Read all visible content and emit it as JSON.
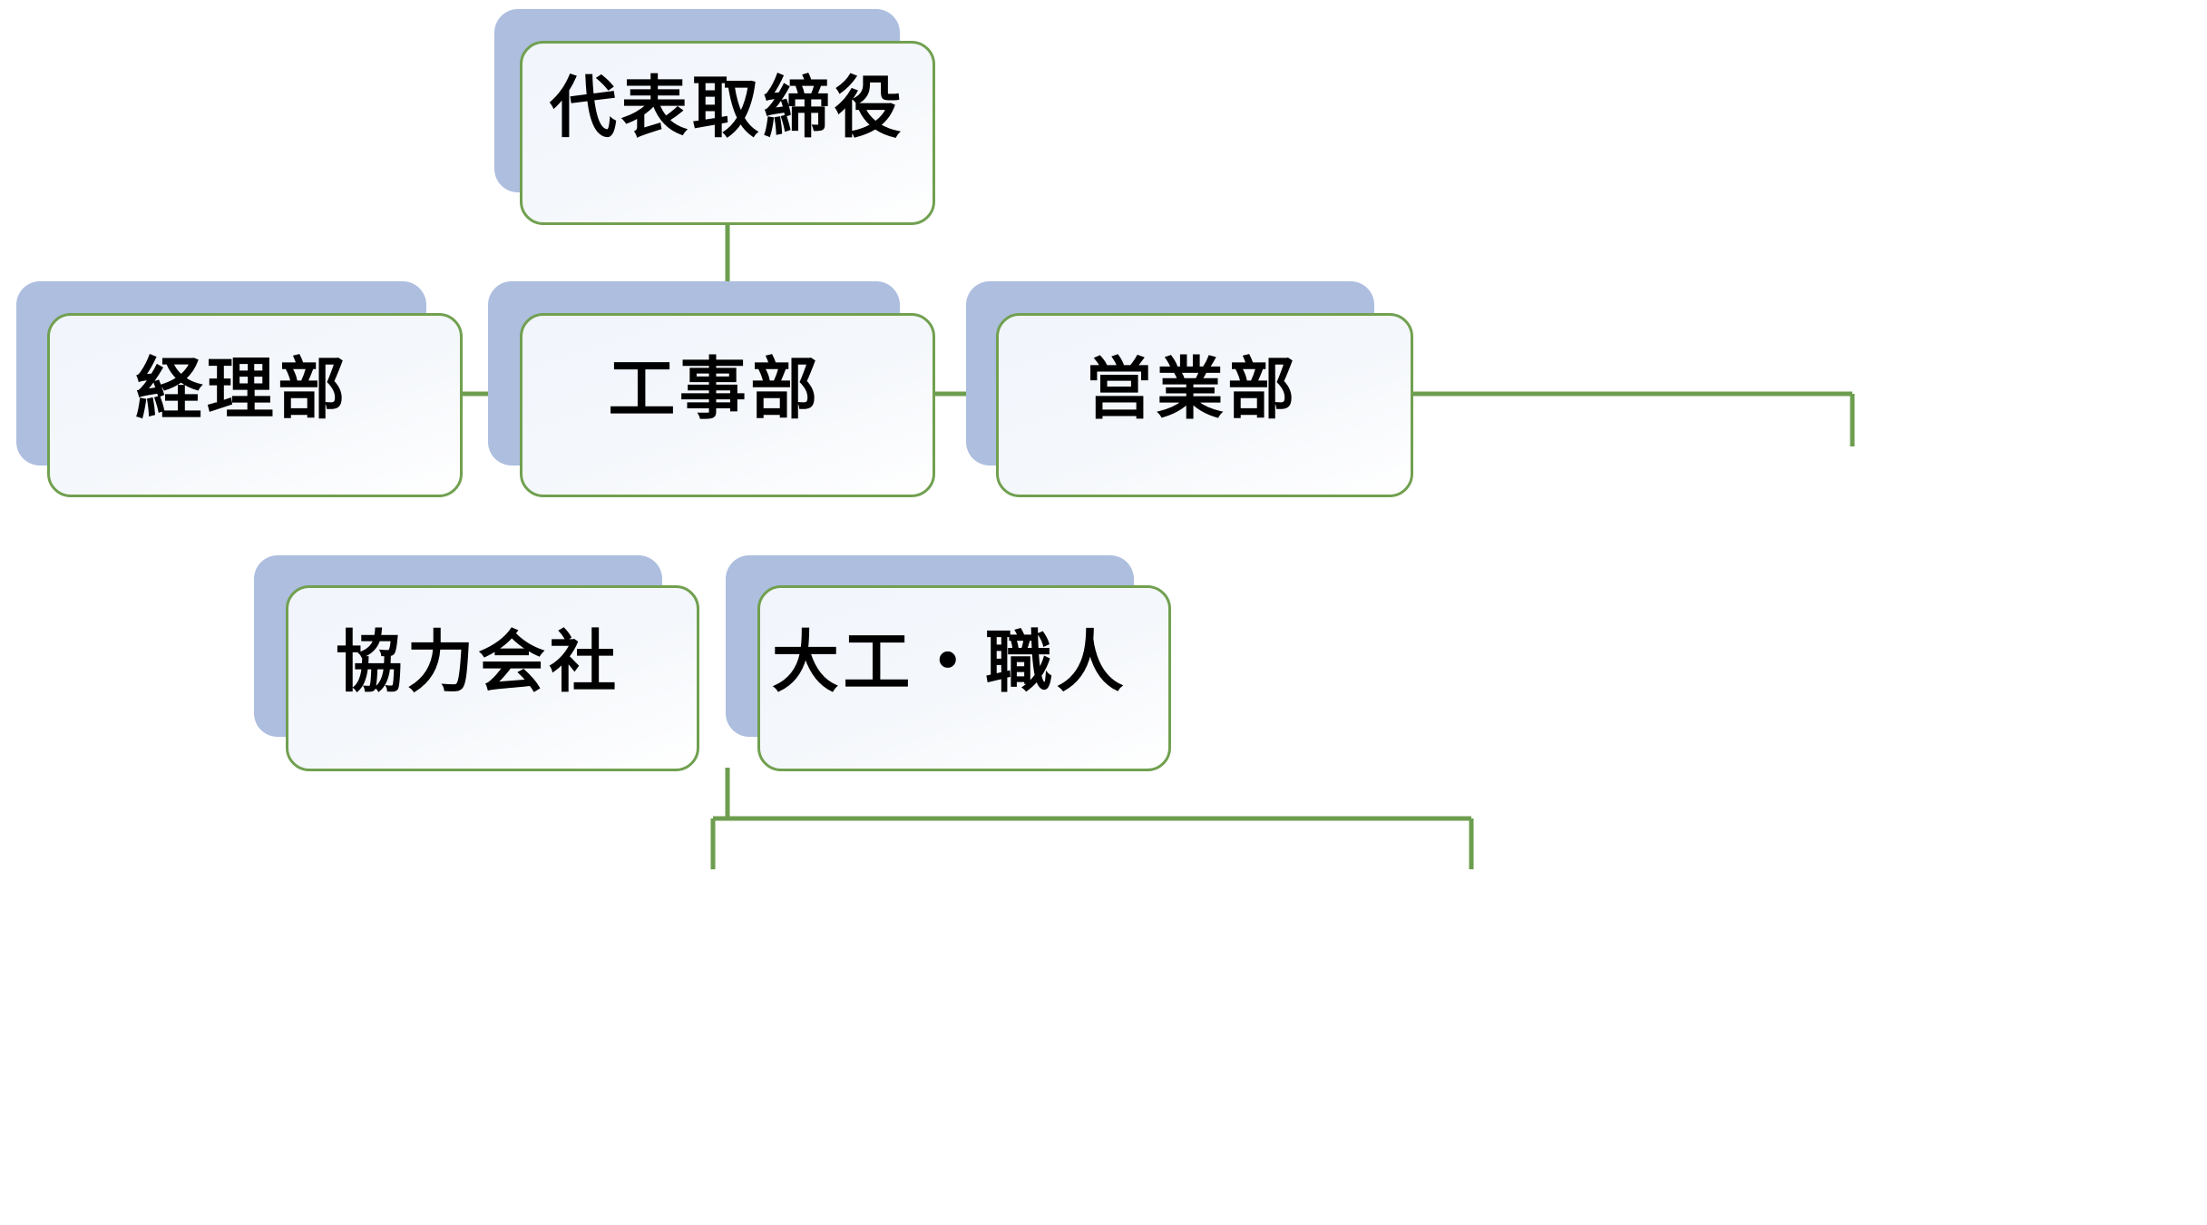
{
  "chart_data": {
    "type": "diagram",
    "diagram_kind": "organization-chart",
    "title": "",
    "orientation": "top-down",
    "levels": 3,
    "nodes": [
      {
        "id": "ceo",
        "label": "代表取締役",
        "level": 1,
        "parent": null,
        "children": [
          "accounting",
          "construction",
          "sales"
        ]
      },
      {
        "id": "accounting",
        "label": "経理部",
        "level": 2,
        "parent": "ceo",
        "children": []
      },
      {
        "id": "construction",
        "label": "工事部",
        "level": 2,
        "parent": "ceo",
        "children": [
          "partner",
          "craftsmen"
        ]
      },
      {
        "id": "sales",
        "label": "営業部",
        "level": 2,
        "parent": "ceo",
        "children": []
      },
      {
        "id": "partner",
        "label": "協力会社",
        "level": 3,
        "parent": "construction",
        "children": []
      },
      {
        "id": "craftsmen",
        "label": "大工・職人",
        "level": 3,
        "parent": "construction",
        "children": []
      }
    ],
    "edges": [
      {
        "from": "ceo",
        "to": "accounting"
      },
      {
        "from": "ceo",
        "to": "construction"
      },
      {
        "from": "ceo",
        "to": "sales"
      },
      {
        "from": "construction",
        "to": "partner"
      },
      {
        "from": "construction",
        "to": "craftsmen"
      }
    ],
    "colors": {
      "connector": "#6d9e4f",
      "node_border": "#71a050",
      "node_fill": "#f4f7fb",
      "node_shadow": "#adbedf",
      "label_text": "#000000",
      "background": "#ffffff"
    }
  },
  "nodes": {
    "ceo": {
      "label": "代表取締役"
    },
    "accounting": {
      "label": "経理部"
    },
    "construction": {
      "label": "工事部"
    },
    "sales": {
      "label": "営業部"
    },
    "partner": {
      "label": "協力会社"
    },
    "craftsmen": {
      "label": "大工・職人"
    }
  }
}
